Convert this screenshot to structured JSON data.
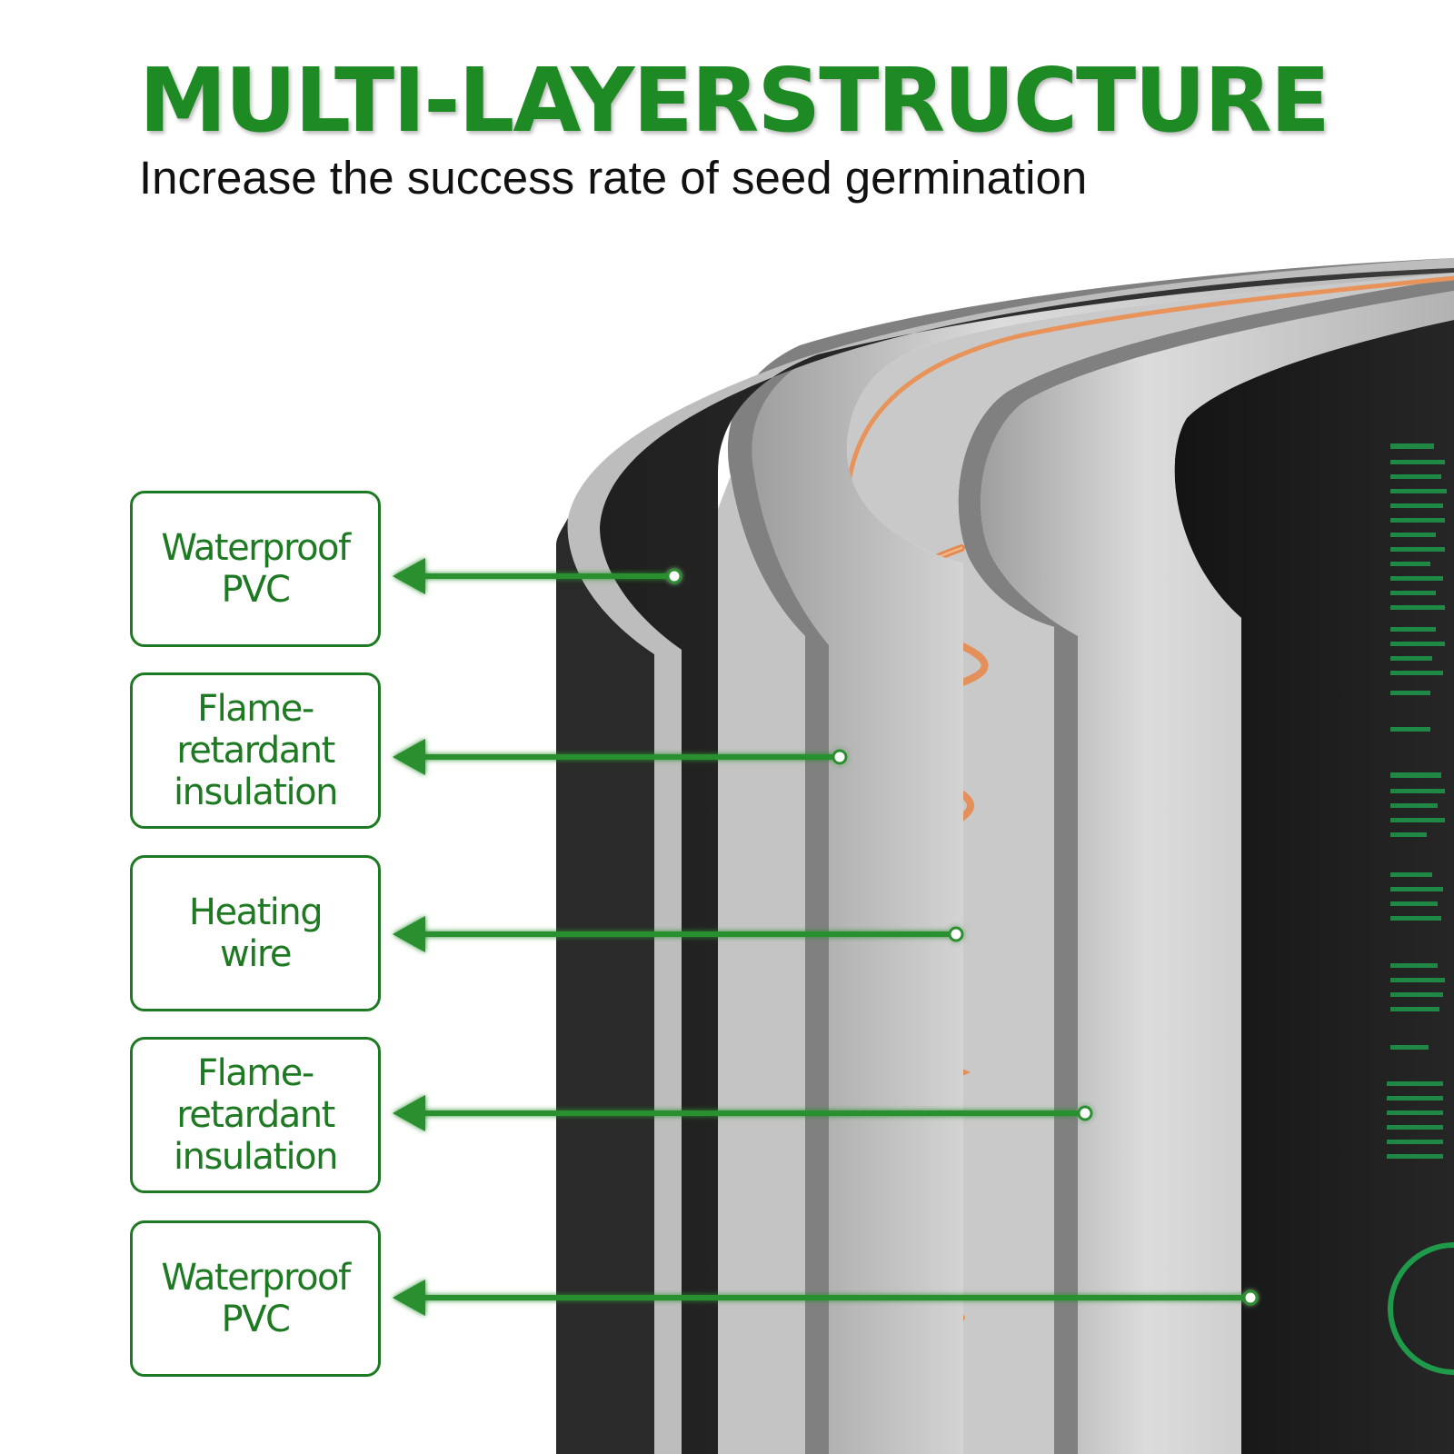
{
  "header": {
    "title": "MULTI-LAYERSTRUCTURE",
    "subtitle": "Increase the success rate of seed germination"
  },
  "layers": [
    {
      "label": "Waterproof PVC"
    },
    {
      "label": "Flame-retardant insulation"
    },
    {
      "label": "Heating wire"
    },
    {
      "label": "Flame-retardant insulation"
    },
    {
      "label": "Waterproof PVC"
    }
  ],
  "colors": {
    "accent_green": "#1e8a24",
    "label_green": "#1e7a22",
    "pvc_dark": "#2c2c2c",
    "pvc_edge": "#b8b8b8",
    "insulation": "#cfcfcf",
    "heating_wire": "#e8935a",
    "mat_black": "#1a1a1a"
  },
  "icons": [
    "arrow-left-icon",
    "pointer-dot-icon"
  ]
}
